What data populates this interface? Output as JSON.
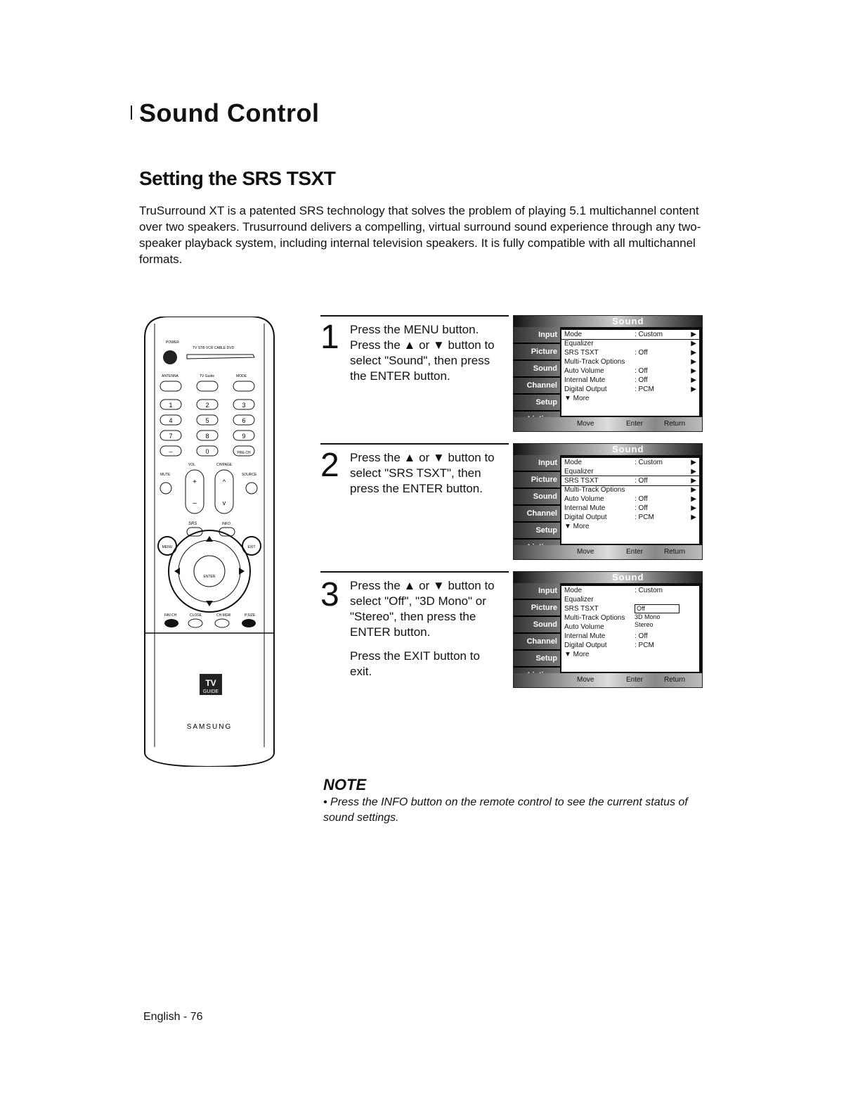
{
  "page": {
    "title": "Sound Control",
    "subtitle": "Setting the SRS TSXT",
    "intro": "TruSurround XT is a patented SRS technology that solves the problem of playing 5.1 multichannel content over two speakers. Trusurround delivers a compelling, virtual surround sound experience through any two-speaker playback system, including internal television speakers. It is fully compatible with all multichannel formats.",
    "footer": "English - 76"
  },
  "steps": [
    {
      "number": "1",
      "text": "Press the MENU button. Press the ▲ or ▼ button to select \"Sound\", then press the ENTER button.",
      "extra": ""
    },
    {
      "number": "2",
      "text": "Press the ▲ or ▼ button to select \"SRS TSXT\", then press the ENTER button.",
      "extra": ""
    },
    {
      "number": "3",
      "text": "Press the ▲ or ▼ button to select \"Off\", \"3D Mono\" or \"Stereo\", then press the ENTER button.",
      "extra": "Press the EXIT button to exit."
    }
  ],
  "osd": {
    "header": "Sound",
    "side_items": [
      "Input",
      "Picture",
      "Sound",
      "Channel",
      "Setup",
      "Listings"
    ],
    "rows": [
      {
        "label": "Mode",
        "value": ": Custom",
        "arrow": "▶"
      },
      {
        "label": "Equalizer",
        "value": "",
        "arrow": "▶"
      },
      {
        "label": "SRS TSXT",
        "value": ": Off",
        "arrow": "▶"
      },
      {
        "label": "Multi-Track Options",
        "value": "",
        "arrow": "▶"
      },
      {
        "label": "Auto Volume",
        "value": ": Off",
        "arrow": "▶"
      },
      {
        "label": "Internal Mute",
        "value": ": Off",
        "arrow": "▶"
      },
      {
        "label": "Digital Output",
        "value": ": PCM",
        "arrow": "▶"
      },
      {
        "label": "▼ More",
        "value": "",
        "arrow": ""
      }
    ],
    "footer_left": "Move",
    "footer_mid": "Enter",
    "footer_right": "Return",
    "popup_options": [
      "Off",
      "3D Mono",
      "Stereo"
    ]
  },
  "remote": {
    "power_label": "POWER",
    "source_row": "TV  STB  VCR  CABLE  DVD",
    "top_labels": [
      "ANTENNA",
      "TV Guide",
      "MODE"
    ],
    "keypad": [
      "1",
      "2",
      "3",
      "4",
      "5",
      "6",
      "7",
      "8",
      "9",
      "–",
      "0",
      "PRE-CH"
    ],
    "vol_label": "VOL",
    "ch_label": "CH/PAGE",
    "mute_label": "MUTE",
    "source_label": "SOURCE",
    "srs_label": "SRS",
    "info_label": "INFO",
    "menu_label": "MENU",
    "exit_label": "EXIT",
    "enter_label": "ENTER",
    "bottom_labels": [
      "FAV.CH",
      "CLOSE",
      "CH.MGR",
      "P.SIZE"
    ],
    "tvguide_line1": "TV",
    "tvguide_line2": "GUIDE",
    "brand": "SAMSUNG"
  },
  "note": {
    "title": "NOTE",
    "text": "Press the INFO button on the remote control to see the current status of sound settings."
  }
}
